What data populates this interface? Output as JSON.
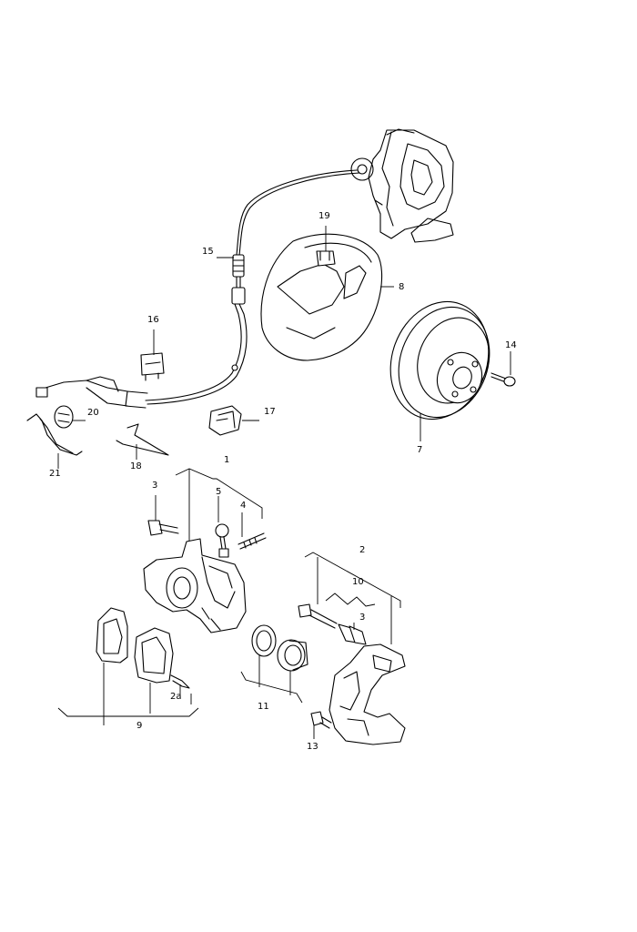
{
  "diagram": {
    "type": "exploded-parts-diagram",
    "subject": "rear brake assembly",
    "callouts": [
      {
        "id": "c1",
        "label": "1"
      },
      {
        "id": "c2",
        "label": "2"
      },
      {
        "id": "c2a",
        "label": "2a"
      },
      {
        "id": "c3a",
        "label": "3"
      },
      {
        "id": "c3b",
        "label": "3"
      },
      {
        "id": "c4",
        "label": "4"
      },
      {
        "id": "c5",
        "label": "5"
      },
      {
        "id": "c7",
        "label": "7"
      },
      {
        "id": "c8",
        "label": "8"
      },
      {
        "id": "c9",
        "label": "9"
      },
      {
        "id": "c10",
        "label": "10"
      },
      {
        "id": "c11",
        "label": "11"
      },
      {
        "id": "c13",
        "label": "13"
      },
      {
        "id": "c14",
        "label": "14"
      },
      {
        "id": "c15",
        "label": "15"
      },
      {
        "id": "c16",
        "label": "16"
      },
      {
        "id": "c17",
        "label": "17"
      },
      {
        "id": "c18",
        "label": "18"
      },
      {
        "id": "c19",
        "label": "19"
      },
      {
        "id": "c20",
        "label": "20"
      },
      {
        "id": "c21",
        "label": "21"
      }
    ]
  }
}
